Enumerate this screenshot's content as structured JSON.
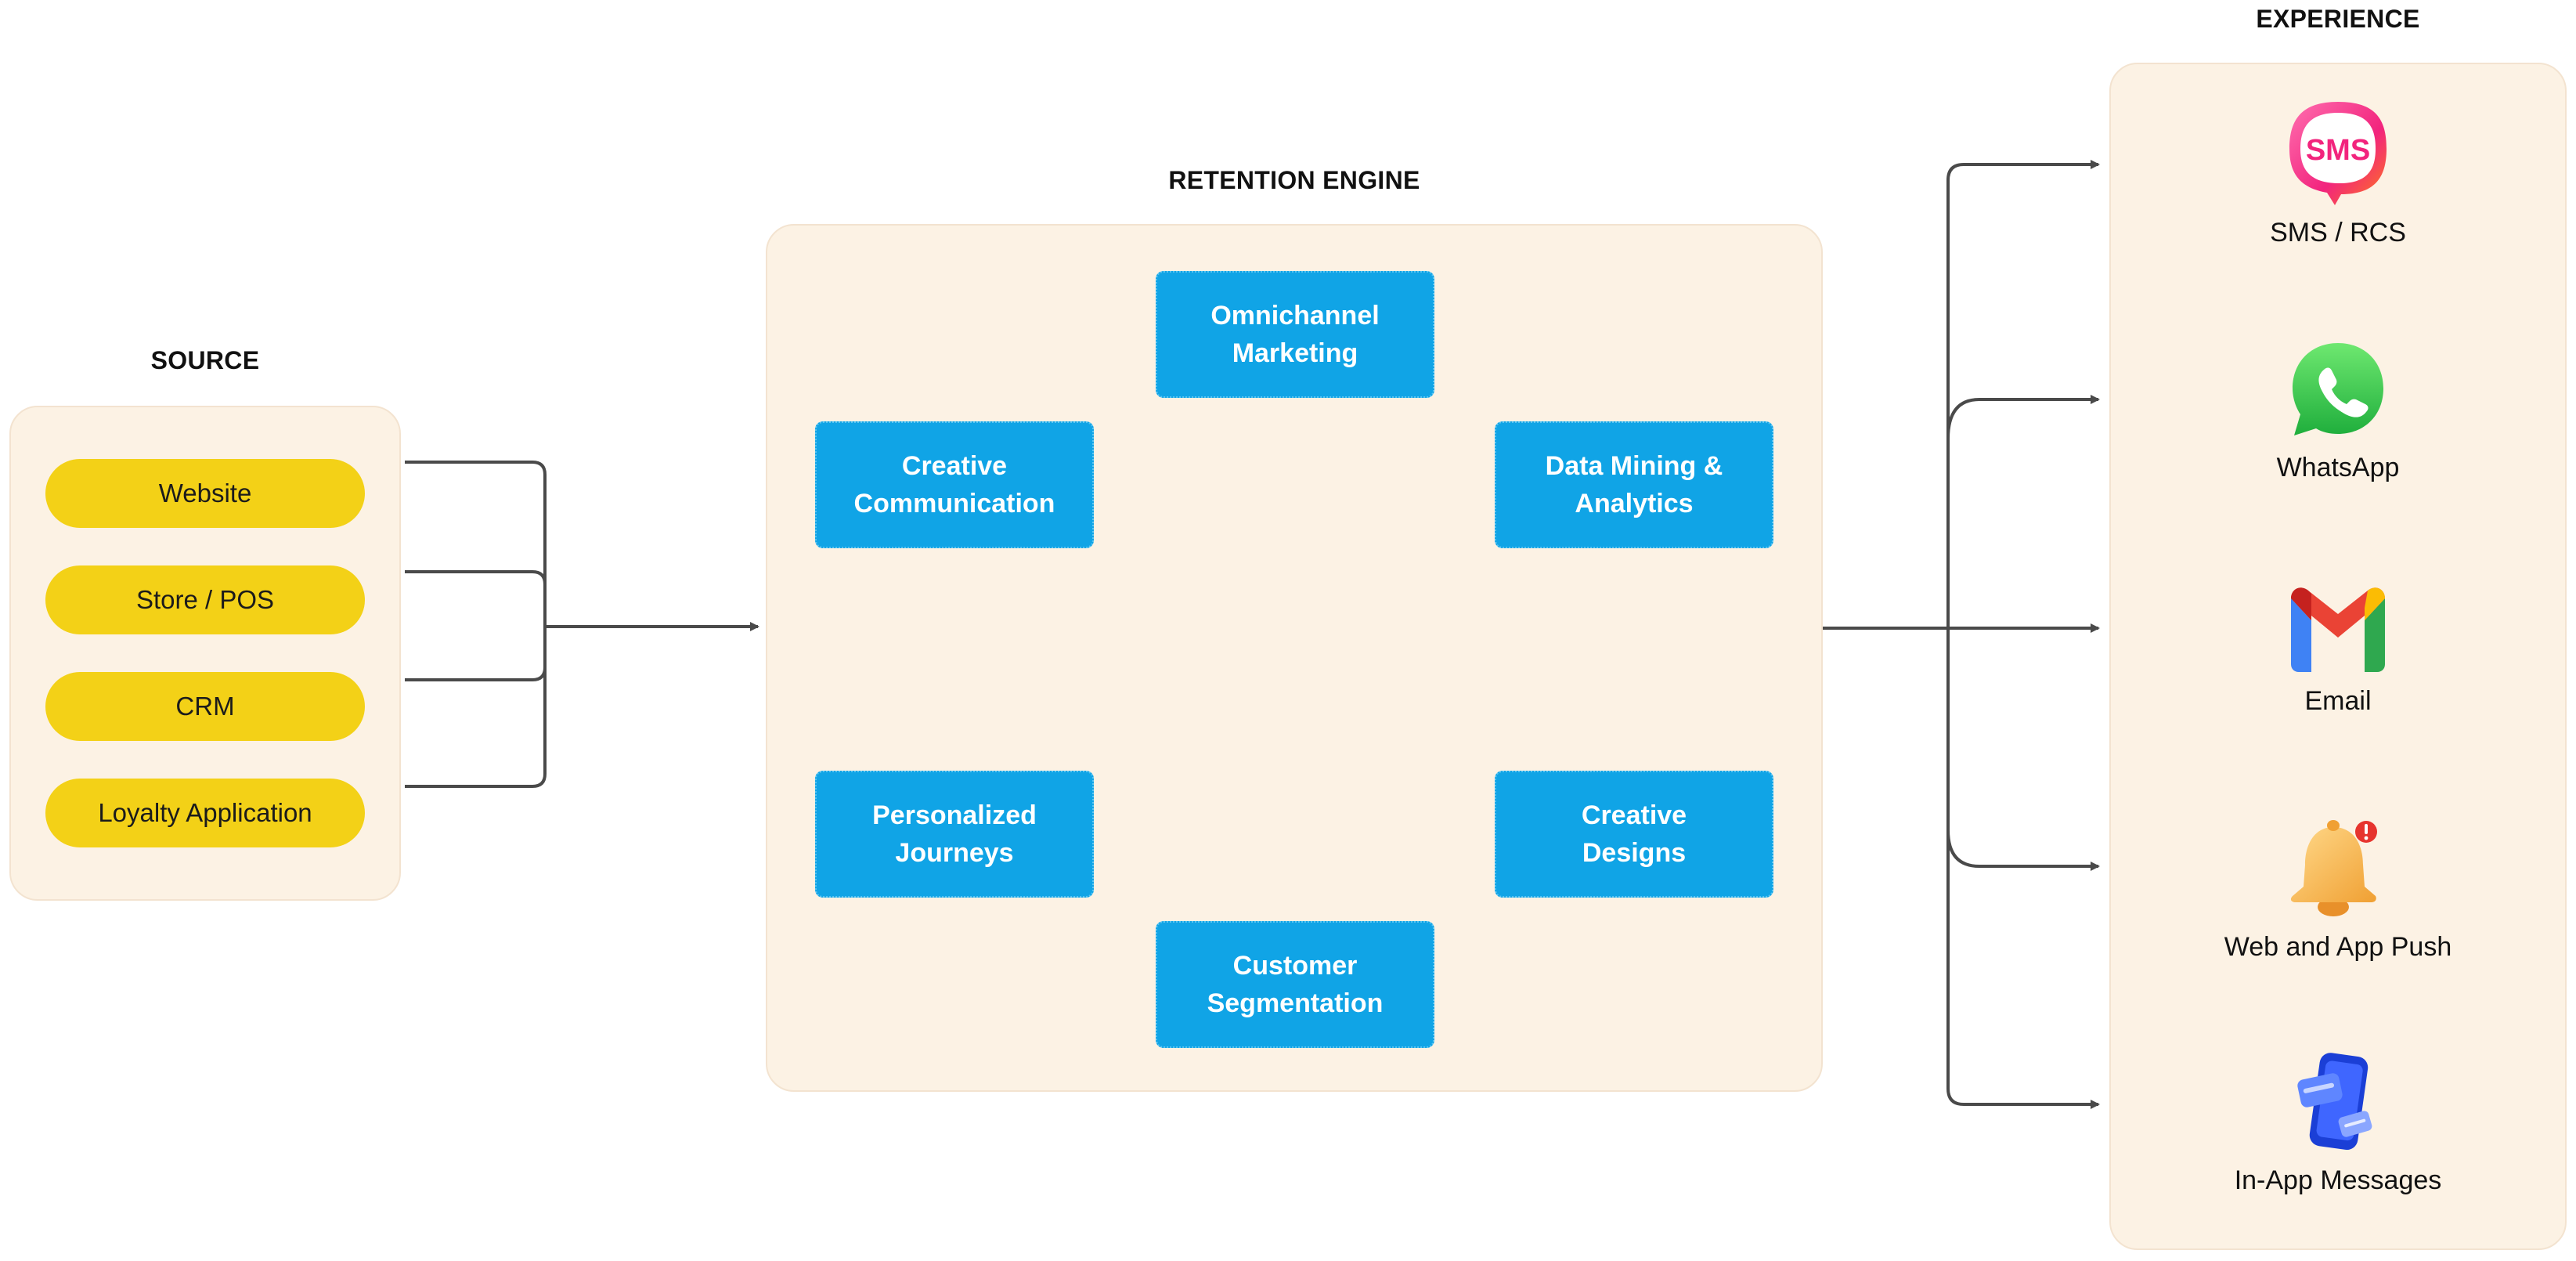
{
  "source": {
    "heading": "SOURCE",
    "items": [
      {
        "label": "Website"
      },
      {
        "label": "Store / POS"
      },
      {
        "label": "CRM"
      },
      {
        "label": "Loyalty Application"
      }
    ]
  },
  "engine": {
    "heading": "RETENTION ENGINE",
    "nodes": {
      "omnichannel": "Omnichannel\nMarketing",
      "creative_communication": "Creative\nCommunication",
      "data_mining": "Data Mining &\nAnalytics",
      "personalized_journeys": "Personalized\nJourneys",
      "creative_designs": "Creative\nDesigns",
      "customer_segmentation": "Customer\nSegmentation"
    }
  },
  "experience": {
    "heading": "EXPERIENCE",
    "items": [
      {
        "label": "SMS / RCS",
        "icon": "sms-icon"
      },
      {
        "label": "WhatsApp",
        "icon": "whatsapp-icon"
      },
      {
        "label": "Email",
        "icon": "gmail-icon"
      },
      {
        "label": "Web and App Push",
        "icon": "bell-icon"
      },
      {
        "label": "In-App Messages",
        "icon": "phone-message-icon"
      }
    ]
  },
  "colors": {
    "panel": "#fcf2e4",
    "pill": "#f3d117",
    "engine_box": "#10a4e6",
    "connector": "#4a4a4a"
  }
}
